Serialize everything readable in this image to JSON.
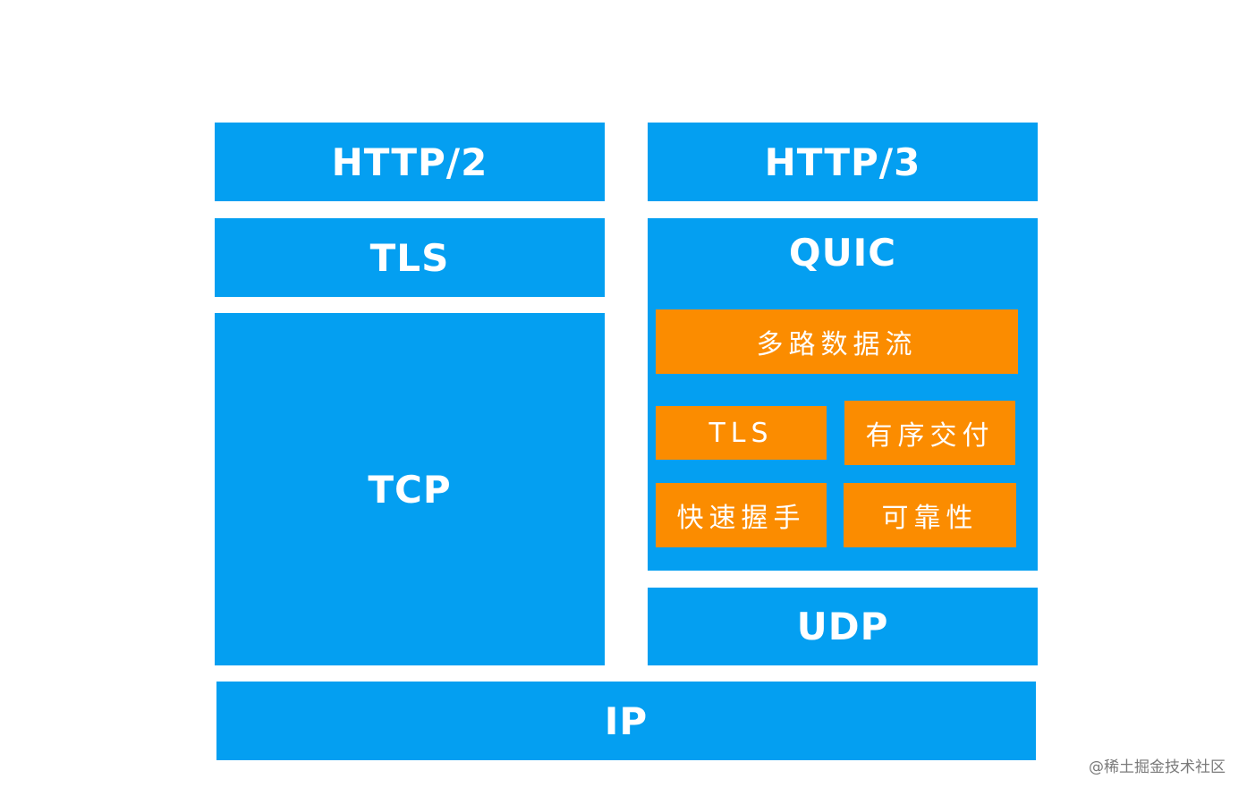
{
  "diagram": {
    "http2": "HTTP/2",
    "tls_left": "TLS",
    "tcp": "TCP",
    "http3": "HTTP/3",
    "quic": "QUIC",
    "multiplex_streams": "多路数据流",
    "tls_quic": "TLS",
    "ordered_delivery": "有序交付",
    "fast_handshake": "快速握手",
    "reliability": "可靠性",
    "udp": "UDP",
    "ip": "IP"
  },
  "watermark": "@稀土掘金技术社区",
  "colors": {
    "blue": "#049ff1",
    "orange": "#fb8c00",
    "background": "#ffffff"
  }
}
